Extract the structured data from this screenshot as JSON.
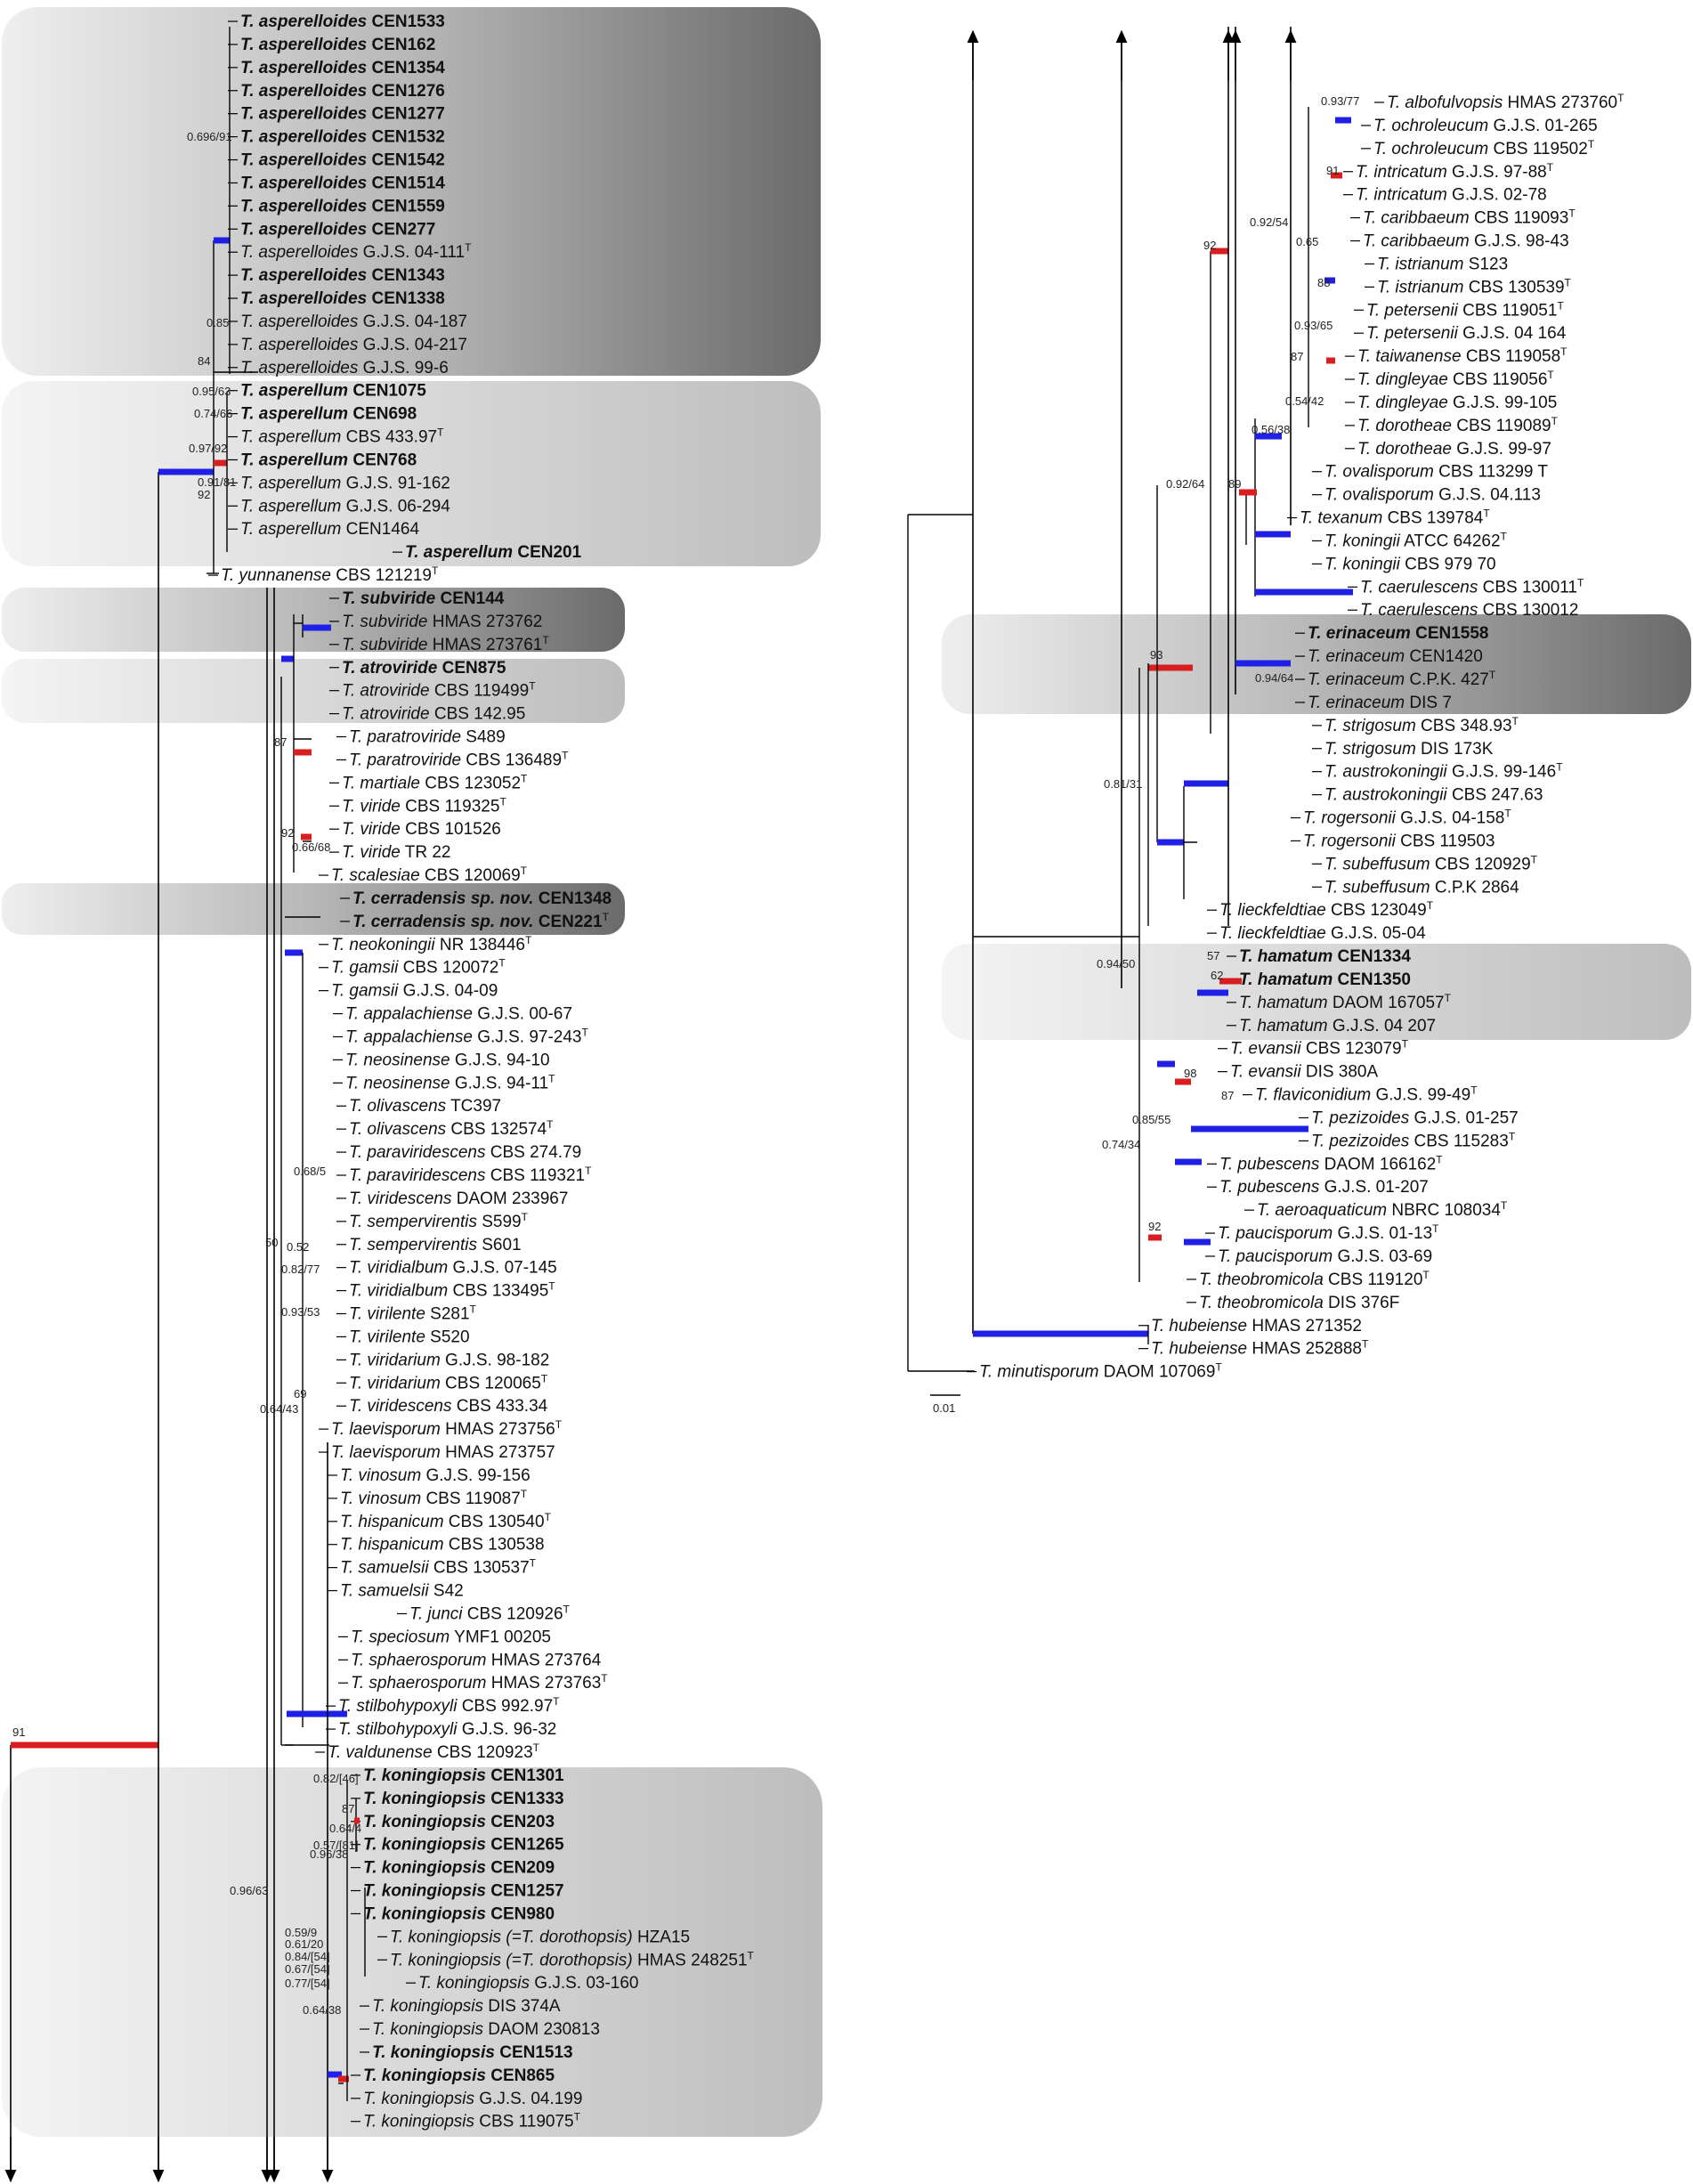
{
  "colors": {
    "posterior_high": "#1f1fe6",
    "posterior_low": "#d81e1e",
    "branch": "#000000",
    "box_dark": "#6e6e6e",
    "box_light": "#dcdcdc"
  },
  "scale_bar": {
    "label": "0.01"
  },
  "left_panel": {
    "taxa": [
      {
        "genus": "T. asperelloides",
        "id": "CEN1533",
        "type": false,
        "bold": true
      },
      {
        "genus": "T. asperelloides",
        "id": "CEN162",
        "type": false,
        "bold": true
      },
      {
        "genus": "T. asperelloides",
        "id": "CEN1354",
        "type": false,
        "bold": true
      },
      {
        "genus": "T. asperelloides",
        "id": "CEN1276",
        "type": false,
        "bold": true
      },
      {
        "genus": "T. asperelloides",
        "id": "CEN1277",
        "type": false,
        "bold": true
      },
      {
        "genus": "T. asperelloides",
        "id": "CEN1532",
        "type": false,
        "bold": true
      },
      {
        "genus": "T. asperelloides",
        "id": "CEN1542",
        "type": false,
        "bold": true
      },
      {
        "genus": "T. asperelloides",
        "id": "CEN1514",
        "type": false,
        "bold": true
      },
      {
        "genus": "T. asperelloides",
        "id": "CEN1559",
        "type": false,
        "bold": true
      },
      {
        "genus": "T. asperelloides",
        "id": "CEN277",
        "type": false,
        "bold": true
      },
      {
        "genus": "T. asperelloides",
        "id": "G.J.S. 04-111",
        "type": true,
        "bold": false
      },
      {
        "genus": "T. asperelloides",
        "id": "CEN1343",
        "type": false,
        "bold": true
      },
      {
        "genus": "T. asperelloides",
        "id": "CEN1338",
        "type": false,
        "bold": true
      },
      {
        "genus": "T. asperelloides",
        "id": "G.J.S. 04-187",
        "type": false,
        "bold": false
      },
      {
        "genus": "T. asperelloides",
        "id": "G.J.S. 04-217",
        "type": false,
        "bold": false
      },
      {
        "genus": "T. asperelloides",
        "id": "G.J.S. 99-6",
        "type": false,
        "bold": false
      },
      {
        "genus": "T. asperellum",
        "id": "CEN1075",
        "type": false,
        "bold": true
      },
      {
        "genus": "T. asperellum",
        "id": "CEN698",
        "type": false,
        "bold": true
      },
      {
        "genus": "T. asperellum",
        "id": "CBS 433.97",
        "type": true,
        "bold": false
      },
      {
        "genus": "T. asperellum",
        "id": "CEN768",
        "type": false,
        "bold": true
      },
      {
        "genus": "T. asperellum",
        "id": "G.J.S. 91-162",
        "type": false,
        "bold": false
      },
      {
        "genus": "T. asperellum",
        "id": "G.J.S. 06-294",
        "type": false,
        "bold": false
      },
      {
        "genus": "T. asperellum",
        "id": "CEN1464",
        "type": false,
        "bold": false
      },
      {
        "genus": "T. asperellum",
        "id": "CEN201",
        "type": false,
        "bold": true
      },
      {
        "genus": "T. yunnanense",
        "id": "CBS 121219",
        "type": true,
        "bold": false
      },
      {
        "genus": "T. subviride",
        "id": "CEN144",
        "type": false,
        "bold": true
      },
      {
        "genus": "T. subviride",
        "id": "HMAS 273762",
        "type": false,
        "bold": false
      },
      {
        "genus": "T. subviride",
        "id": "HMAS 273761",
        "type": true,
        "bold": false
      },
      {
        "genus": "T. atroviride",
        "id": "CEN875",
        "type": false,
        "bold": true
      },
      {
        "genus": "T. atroviride",
        "id": "CBS 119499",
        "type": true,
        "bold": false
      },
      {
        "genus": "T. atroviride",
        "id": "CBS 142.95",
        "type": false,
        "bold": false
      },
      {
        "genus": "T. paratroviride",
        "id": "S489",
        "type": false,
        "bold": false
      },
      {
        "genus": "T. paratroviride",
        "id": "CBS 136489",
        "type": true,
        "bold": false
      },
      {
        "genus": "T. martiale",
        "id": "CBS 123052",
        "type": true,
        "bold": false
      },
      {
        "genus": "T. viride",
        "id": "CBS 119325",
        "type": true,
        "bold": false
      },
      {
        "genus": "T. viride",
        "id": "CBS 101526",
        "type": false,
        "bold": false
      },
      {
        "genus": "T. viride",
        "id": "TR 22",
        "type": false,
        "bold": false
      },
      {
        "genus": "T. scalesiae",
        "id": "CBS 120069",
        "type": true,
        "bold": false
      },
      {
        "genus": "T. cerradensis sp. nov.",
        "id": "CEN1348",
        "type": false,
        "bold": true
      },
      {
        "genus": "T. cerradensis sp. nov.",
        "id": "CEN221",
        "type": true,
        "bold": true
      },
      {
        "genus": "T. neokoningii",
        "id": "NR 138446",
        "type": true,
        "bold": false
      },
      {
        "genus": "T. gamsii",
        "id": "CBS 120072",
        "type": true,
        "bold": false
      },
      {
        "genus": "T. gamsii",
        "id": "G.J.S. 04-09",
        "type": false,
        "bold": false
      },
      {
        "genus": "T. appalachiense",
        "id": "G.J.S. 00-67",
        "type": false,
        "bold": false
      },
      {
        "genus": "T. appalachiense",
        "id": "G.J.S. 97-243",
        "type": true,
        "bold": false
      },
      {
        "genus": "T. neosinense",
        "id": "G.J.S. 94-10",
        "type": false,
        "bold": false
      },
      {
        "genus": "T. neosinense",
        "id": "G.J.S. 94-11",
        "type": true,
        "bold": false
      },
      {
        "genus": "T. olivascens",
        "id": "TC397",
        "type": false,
        "bold": false
      },
      {
        "genus": "T. olivascens",
        "id": "CBS 132574",
        "type": true,
        "bold": false
      },
      {
        "genus": "T. paraviridescens",
        "id": "CBS 274.79",
        "type": false,
        "bold": false
      },
      {
        "genus": "T. paraviridescens",
        "id": "CBS 119321",
        "type": true,
        "bold": false
      },
      {
        "genus": "T. viridescens",
        "id": "DAOM 233967",
        "type": false,
        "bold": false
      },
      {
        "genus": "T. sempervirentis",
        "id": "S599",
        "type": true,
        "bold": false
      },
      {
        "genus": "T. sempervirentis",
        "id": "S601",
        "type": false,
        "bold": false
      },
      {
        "genus": "T. viridialbum",
        "id": "G.J.S. 07-145",
        "type": false,
        "bold": false
      },
      {
        "genus": "T. viridialbum",
        "id": "CBS 133495",
        "type": true,
        "bold": false
      },
      {
        "genus": "T. virilente",
        "id": "S281",
        "type": true,
        "bold": false
      },
      {
        "genus": "T. virilente",
        "id": "S520",
        "type": false,
        "bold": false
      },
      {
        "genus": "T. viridarium",
        "id": "G.J.S. 98-182",
        "type": false,
        "bold": false
      },
      {
        "genus": "T. viridarium",
        "id": "CBS 120065",
        "type": true,
        "bold": false
      },
      {
        "genus": "T. viridescens",
        "id": "CBS 433.34",
        "type": false,
        "bold": false
      },
      {
        "genus": "T. laevisporum",
        "id": "HMAS 273756",
        "type": true,
        "bold": false
      },
      {
        "genus": "T. laevisporum",
        "id": "HMAS 273757",
        "type": false,
        "bold": false
      },
      {
        "genus": "T. vinosum",
        "id": "G.J.S. 99-156",
        "type": false,
        "bold": false
      },
      {
        "genus": "T. vinosum",
        "id": "CBS 119087",
        "type": true,
        "bold": false
      },
      {
        "genus": "T. hispanicum",
        "id": "CBS 130540",
        "type": true,
        "bold": false
      },
      {
        "genus": "T. hispanicum",
        "id": "CBS 130538",
        "type": false,
        "bold": false
      },
      {
        "genus": "T. samuelsii",
        "id": "CBS 130537",
        "type": true,
        "bold": false
      },
      {
        "genus": "T. samuelsii",
        "id": "S42",
        "type": false,
        "bold": false
      },
      {
        "genus": "T. junci",
        "id": "CBS 120926",
        "type": true,
        "bold": false
      },
      {
        "genus": "T. speciosum",
        "id": "YMF1 00205",
        "type": false,
        "bold": false
      },
      {
        "genus": "T. sphaerosporum",
        "id": "HMAS 273764",
        "type": false,
        "bold": false
      },
      {
        "genus": "T. sphaerosporum",
        "id": "HMAS 273763",
        "type": true,
        "bold": false
      },
      {
        "genus": "T. stilbohypoxyli",
        "id": "CBS 992.97",
        "type": true,
        "bold": false
      },
      {
        "genus": "T. stilbohypoxyli",
        "id": "G.J.S. 96-32",
        "type": false,
        "bold": false
      },
      {
        "genus": "T. valdunense",
        "id": "CBS 120923",
        "type": true,
        "bold": false
      },
      {
        "genus": "T. koningiopsis",
        "id": "CEN1301",
        "type": false,
        "bold": true
      },
      {
        "genus": "T. koningiopsis",
        "id": "CEN1333",
        "type": false,
        "bold": true
      },
      {
        "genus": "T. koningiopsis",
        "id": "CEN203",
        "type": false,
        "bold": true
      },
      {
        "genus": "T. koningiopsis",
        "id": "CEN1265",
        "type": false,
        "bold": true
      },
      {
        "genus": "T. koningiopsis",
        "id": "CEN209",
        "type": false,
        "bold": true
      },
      {
        "genus": "T. koningiopsis",
        "id": "CEN1257",
        "type": false,
        "bold": true
      },
      {
        "genus": "T. koningiopsis",
        "id": "CEN980",
        "type": false,
        "bold": true
      },
      {
        "genus": "T. koningiopsis (=T. dorothopsis)",
        "id": "HZA15",
        "type": false,
        "bold": false
      },
      {
        "genus": "T. koningiopsis (=T. dorothopsis)",
        "id": "HMAS 248251",
        "type": true,
        "bold": false
      },
      {
        "genus": "T. koningiopsis",
        "id": "G.J.S. 03-160",
        "type": false,
        "bold": false
      },
      {
        "genus": "T. koningiopsis",
        "id": "DIS 374A",
        "type": false,
        "bold": false
      },
      {
        "genus": "T. koningiopsis",
        "id": "DAOM 230813",
        "type": false,
        "bold": false
      },
      {
        "genus": "T. koningiopsis",
        "id": "CEN1513",
        "type": false,
        "bold": true
      },
      {
        "genus": "T. koningiopsis",
        "id": "CEN865",
        "type": false,
        "bold": true
      },
      {
        "genus": "T. koningiopsis",
        "id": "G.J.S. 04.199",
        "type": false,
        "bold": false
      },
      {
        "genus": "T. koningiopsis",
        "id": "CBS 119075",
        "type": true,
        "bold": false
      }
    ],
    "support_labels": [
      "0.696/91",
      "84",
      "0.95/63",
      "0.74/66",
      "0.97/92",
      "0.85",
      "0.91/81",
      "92",
      "87",
      "92",
      "0.66/68",
      "0.68/5",
      "50",
      "0.52",
      "0.82/77",
      "0.93/53",
      "0.64/43",
      "69",
      "0.82/[46]",
      "87",
      "0.64/4",
      "0.57/[81]",
      "0.96/38",
      "0.59/9",
      "0.61/20",
      "0.84/[54]",
      "0.67/[54]",
      "0.77/[54]",
      "0.64/38",
      "0.96/63",
      "91"
    ]
  },
  "right_panel": {
    "taxa": [
      {
        "genus": "T. albofulvopsis",
        "id": "HMAS 273760",
        "type": true,
        "bold": false
      },
      {
        "genus": "T. ochroleucum",
        "id": "G.J.S. 01-265",
        "type": false,
        "bold": false
      },
      {
        "genus": "T. ochroleucum",
        "id": "CBS 119502",
        "type": true,
        "bold": false
      },
      {
        "genus": "T. intricatum",
        "id": "G.J.S. 97-88",
        "type": true,
        "bold": false
      },
      {
        "genus": "T. intricatum",
        "id": "G.J.S. 02-78",
        "type": false,
        "bold": false
      },
      {
        "genus": "T. caribbaeum",
        "id": "CBS 119093",
        "type": true,
        "bold": false
      },
      {
        "genus": "T. caribbaeum",
        "id": "G.J.S. 98-43",
        "type": false,
        "bold": false
      },
      {
        "genus": "T. istrianum",
        "id": "S123",
        "type": false,
        "bold": false
      },
      {
        "genus": "T. istrianum",
        "id": "CBS 130539",
        "type": true,
        "bold": false
      },
      {
        "genus": "T. petersenii",
        "id": "CBS 119051",
        "type": true,
        "bold": false
      },
      {
        "genus": "T. petersenii",
        "id": "G.J.S. 04 164",
        "type": false,
        "bold": false
      },
      {
        "genus": "T. taiwanense",
        "id": "CBS 119058",
        "type": true,
        "bold": false
      },
      {
        "genus": "T. dingleyae",
        "id": "CBS 119056",
        "type": true,
        "bold": false
      },
      {
        "genus": "T. dingleyae",
        "id": "G.J.S. 99-105",
        "type": false,
        "bold": false
      },
      {
        "genus": "T. dorotheae",
        "id": "CBS 119089",
        "type": true,
        "bold": false
      },
      {
        "genus": "T. dorotheae",
        "id": "G.J.S. 99-97",
        "type": false,
        "bold": false
      },
      {
        "genus": "T. ovalisporum",
        "id": "CBS 113299 T",
        "type": false,
        "bold": false
      },
      {
        "genus": "T. ovalisporum",
        "id": "G.J.S. 04.113",
        "type": false,
        "bold": false
      },
      {
        "genus": "T. texanum",
        "id": "CBS 139784",
        "type": true,
        "bold": false
      },
      {
        "genus": "T. koningii",
        "id": "ATCC 64262",
        "type": true,
        "bold": false
      },
      {
        "genus": "T. koningii",
        "id": "CBS 979 70",
        "type": false,
        "bold": false
      },
      {
        "genus": "T. caerulescens",
        "id": "CBS 130011",
        "type": true,
        "bold": false
      },
      {
        "genus": "T. caerulescens",
        "id": "CBS 130012",
        "type": false,
        "bold": false
      },
      {
        "genus": "T. erinaceum",
        "id": "CEN1558",
        "type": false,
        "bold": true
      },
      {
        "genus": "T. erinaceum",
        "id": "CEN1420",
        "type": false,
        "bold": false
      },
      {
        "genus": "T. erinaceum",
        "id": "C.P.K. 427",
        "type": true,
        "bold": false
      },
      {
        "genus": "T. erinaceum",
        "id": "DIS 7",
        "type": false,
        "bold": false
      },
      {
        "genus": "T. strigosum",
        "id": "CBS 348.93",
        "type": true,
        "bold": false
      },
      {
        "genus": "T. strigosum",
        "id": "DIS 173K",
        "type": false,
        "bold": false
      },
      {
        "genus": "T. austrokoningii",
        "id": "G.J.S. 99-146",
        "type": true,
        "bold": false
      },
      {
        "genus": "T. austrokoningii",
        "id": "CBS 247.63",
        "type": false,
        "bold": false
      },
      {
        "genus": "T. rogersonii",
        "id": "G.J.S. 04-158",
        "type": true,
        "bold": false
      },
      {
        "genus": "T. rogersonii",
        "id": "CBS 119503",
        "type": false,
        "bold": false
      },
      {
        "genus": "T. subeffusum",
        "id": "CBS 120929",
        "type": true,
        "bold": false
      },
      {
        "genus": "T. subeffusum",
        "id": "C.P.K 2864",
        "type": false,
        "bold": false
      },
      {
        "genus": "T. lieckfeldtiae",
        "id": "CBS 123049",
        "type": true,
        "bold": false
      },
      {
        "genus": "T. lieckfeldtiae",
        "id": "G.J.S. 05-04",
        "type": false,
        "bold": false
      },
      {
        "genus": "T. hamatum",
        "id": "CEN1334",
        "type": false,
        "bold": true
      },
      {
        "genus": "T. hamatum",
        "id": "CEN1350",
        "type": false,
        "bold": true
      },
      {
        "genus": "T. hamatum",
        "id": "DAOM 167057",
        "type": true,
        "bold": false
      },
      {
        "genus": "T. hamatum",
        "id": "G.J.S. 04 207",
        "type": false,
        "bold": false
      },
      {
        "genus": "T. evansii",
        "id": "CBS 123079",
        "type": true,
        "bold": false
      },
      {
        "genus": "T. evansii",
        "id": "DIS 380A",
        "type": false,
        "bold": false
      },
      {
        "genus": "T. flaviconidium",
        "id": "G.J.S. 99-49",
        "type": true,
        "bold": false
      },
      {
        "genus": "T. pezizoides",
        "id": "G.J.S. 01-257",
        "type": false,
        "bold": false
      },
      {
        "genus": "T. pezizoides",
        "id": "CBS 115283",
        "type": true,
        "bold": false
      },
      {
        "genus": "T. pubescens",
        "id": "DAOM 166162",
        "type": true,
        "bold": false
      },
      {
        "genus": "T. pubescens",
        "id": "G.J.S. 01-207",
        "type": false,
        "bold": false
      },
      {
        "genus": "T. aeroaquaticum",
        "id": "NBRC 108034",
        "type": true,
        "bold": false
      },
      {
        "genus": "T. paucisporum",
        "id": "G.J.S. 01-13",
        "type": true,
        "bold": false
      },
      {
        "genus": "T. paucisporum",
        "id": "G.J.S. 03-69",
        "type": false,
        "bold": false
      },
      {
        "genus": "T. theobromicola",
        "id": "CBS 119120",
        "type": true,
        "bold": false
      },
      {
        "genus": "T. theobromicola",
        "id": "DIS 376F",
        "type": false,
        "bold": false
      },
      {
        "genus": "T. hubeiense",
        "id": "HMAS 271352",
        "type": false,
        "bold": false
      },
      {
        "genus": "T. hubeiense",
        "id": "HMAS 252888",
        "type": true,
        "bold": false
      },
      {
        "genus": "T. minutisporum",
        "id": "DAOM 107069",
        "type": true,
        "bold": false
      }
    ],
    "support_labels": [
      "0.93/77",
      "91",
      "0.92/54",
      "0.65",
      "92",
      "88",
      "0.93/65",
      "87",
      "0.54/42",
      "0.56/38",
      "89",
      "0.92/64",
      "0.94/64",
      "93",
      "0.81/31",
      "0.94/50",
      "57",
      "62",
      "98",
      "87",
      "0.85/55",
      "0.74/34",
      "92"
    ]
  }
}
